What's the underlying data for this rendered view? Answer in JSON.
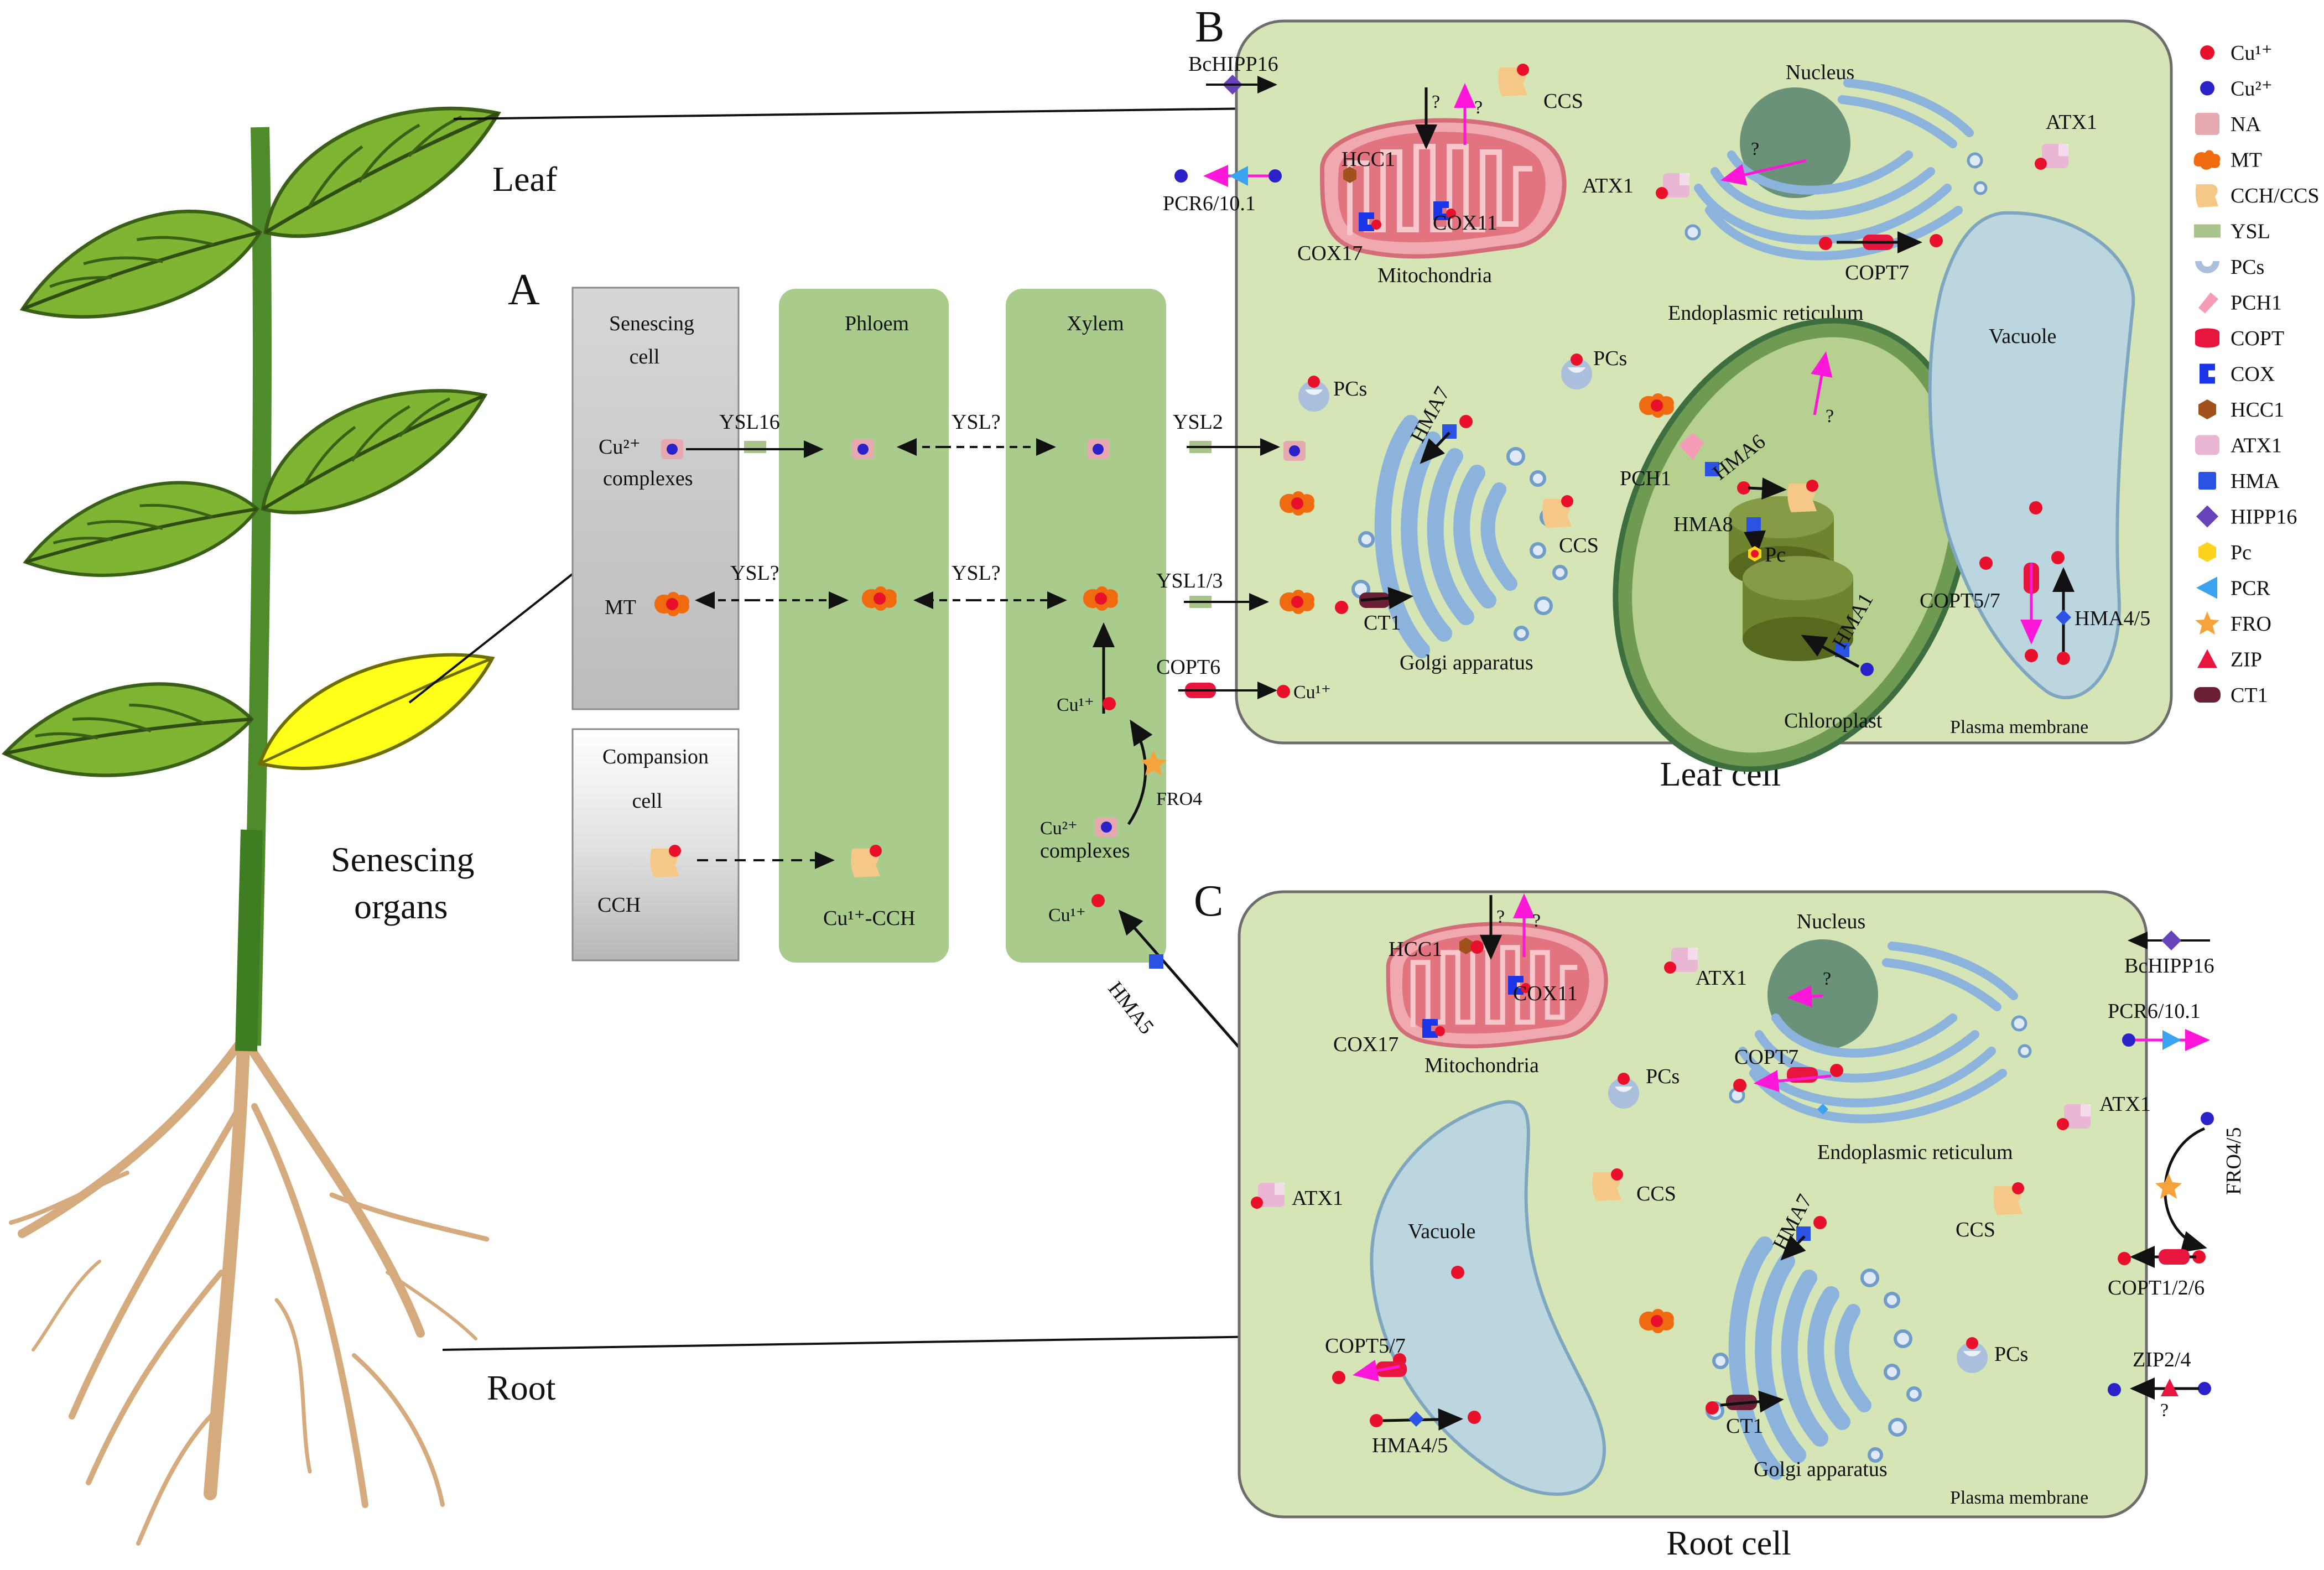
{
  "panels": {
    "a": "A",
    "b": "B",
    "c": "C"
  },
  "plant": {
    "leaf": "Leaf",
    "root": "Root",
    "senescing_line1": "Senescing",
    "senescing_line2": "organs"
  },
  "colors": {
    "cu1": "#e8102a",
    "cu2": "#2a22c8",
    "na": "#e6a9b0",
    "mt": "#f06a10",
    "ccs": "#f6c887",
    "ysl": "#a8c48a",
    "pcs": "#a9bfdc",
    "pch1": "#f59cb6",
    "copt": "#e8163e",
    "cox": "#1a36e8",
    "hcc1": "#a0521a",
    "atx1": "#e9b6d4",
    "hma": "#2b52e3",
    "hipp16": "#6842b8",
    "pc": "#ffd21e",
    "pcr": "#3aa3ef",
    "fro": "#f5a33a",
    "zip": "#e8163e",
    "ct1": "#6b1f34",
    "magenta": "#ff17d9"
  },
  "panel_a": {
    "senescing_cell_1": "Senescing",
    "senescing_cell_2": "cell",
    "companion_cell_1": "Compansion",
    "companion_cell_2": "cell",
    "phloem": "Phloem",
    "xylem": "Xylem",
    "cu2_complexes_1": "Cu²⁺",
    "cu2_complexes_2": "complexes",
    "mt": "MT",
    "cch": "CCH",
    "ysl16": "YSL16",
    "ysl_q1": "YSL?",
    "ysl_q2": "YSL?",
    "ysl_q3": "YSL?",
    "ysl2": "YSL2",
    "ysl13": "YSL1/3",
    "copt6": "COPT6",
    "cu1_leaf": "Cu¹⁺",
    "cu1_xylem": "Cu¹⁺",
    "fro4": "FRO4",
    "xylem_cu2_1": "Cu²⁺",
    "xylem_cu2_2": "complexes",
    "cu1_xylem_low": "Cu¹⁺",
    "cu1_cch": "Cu¹⁺-CCH",
    "hma5": "HMA5"
  },
  "leaf_cell": {
    "title": "Leaf cell",
    "bchipp16": "BcHIPP16",
    "pcr": "PCR6/10.1",
    "ccs1": "CCS",
    "hcc1": "HCC1",
    "cox17": "COX17",
    "cox11": "COX11",
    "mito": "Mitochondria",
    "q1": "?",
    "q2": "?",
    "nucleus": "Nucleus",
    "q3": "?",
    "atx1_a": "ATX1",
    "atx1_b": "ATX1",
    "copt7": "COPT7",
    "er": "Endoplasmic reticulum",
    "pcs_a": "PCs",
    "pcs_b": "PCs",
    "hma7": "HMA7",
    "ct1": "CT1",
    "golgi": "Golgi apparatus",
    "ccs2": "CCS",
    "pch1": "PCH1",
    "hma6": "HMA6",
    "hma8": "HMA8",
    "pc": "Pc",
    "hma1": "HMA1",
    "q4": "?",
    "chloroplast": "Chloroplast",
    "vacuole": "Vacuole",
    "copt57": "COPT5/7",
    "hma45": "HMA4/5",
    "pm": "Plasma membrane"
  },
  "root_cell": {
    "title": "Root cell",
    "hcc1": "HCC1",
    "cox11": "COX11",
    "cox17": "COX17",
    "mito": "Mitochondria",
    "q1": "?",
    "q2": "?",
    "atx1_a": "ATX1",
    "nucleus": "Nucleus",
    "q3": "?",
    "copt7": "COPT7",
    "er": "Endoplasmic reticulum",
    "bchipp16": "BcHIPP16",
    "pcr": "PCR6/10.1",
    "atx1_b": "ATX1",
    "atx1_c": "ATX1",
    "pcs_a": "PCs",
    "vacuole": "Vacuole",
    "ccs_a": "CCS",
    "ccs_b": "CCS",
    "fro45": "FRO4/5",
    "copt126": "COPT1/2/6",
    "hma7": "HMA7",
    "copt57": "COPT5/7",
    "hma45": "HMA4/5",
    "ct1": "CT1",
    "golgi": "Golgi apparatus",
    "pcs_b": "PCs",
    "zip24": "ZIP2/4",
    "q4": "?",
    "pm": "Plasma membrane"
  },
  "legend": [
    {
      "label": "Cu¹⁺",
      "icon": "red-dot-icon"
    },
    {
      "label": "Cu²⁺",
      "icon": "blue-dot-icon"
    },
    {
      "label": "NA",
      "icon": "na-square-icon"
    },
    {
      "label": "MT",
      "icon": "mt-blob-icon"
    },
    {
      "label": "CCH/CCS",
      "icon": "ccs-shape-icon"
    },
    {
      "label": "YSL",
      "icon": "ysl-rect-icon"
    },
    {
      "label": "PCs",
      "icon": "pcs-cup-icon"
    },
    {
      "label": "PCH1",
      "icon": "pch1-icon"
    },
    {
      "label": "COPT",
      "icon": "copt-icon"
    },
    {
      "label": "COX",
      "icon": "cox-icon"
    },
    {
      "label": "HCC1",
      "icon": "hcc1-hexagon-icon"
    },
    {
      "label": "ATX1",
      "icon": "atx1-icon"
    },
    {
      "label": "HMA",
      "icon": "hma-square-icon"
    },
    {
      "label": "HIPP16",
      "icon": "hipp16-diamond-icon"
    },
    {
      "label": "Pc",
      "icon": "pc-hexagon-icon"
    },
    {
      "label": "PCR",
      "icon": "pcr-triangle-icon"
    },
    {
      "label": "FRO",
      "icon": "fro-star-icon"
    },
    {
      "label": "ZIP",
      "icon": "zip-triangle-icon"
    },
    {
      "label": "CT1",
      "icon": "ct1-pill-icon"
    }
  ]
}
